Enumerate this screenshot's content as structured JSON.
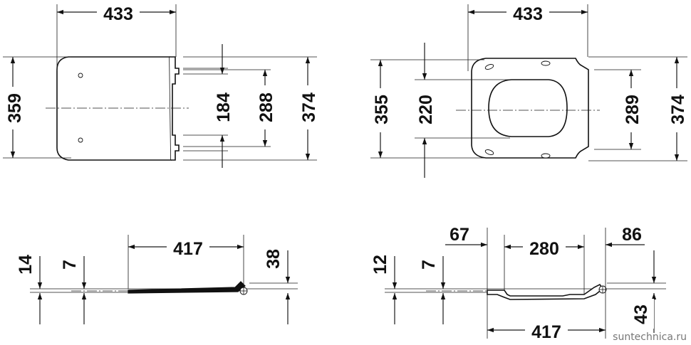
{
  "views": {
    "top_left": {
      "width": "433",
      "height_total": "359",
      "hinge_inner": "184",
      "hinge_mid": "288",
      "height_outer": "374"
    },
    "top_right": {
      "width": "433",
      "height_total": "355",
      "opening": "220",
      "hinge_mid": "289",
      "height_outer": "374"
    },
    "side_left": {
      "height_a": "14",
      "height_b": "7",
      "length": "417",
      "hinge_height": "38"
    },
    "side_right": {
      "height_a": "12",
      "height_b": "7",
      "offset_front": "67",
      "inner_length": "280",
      "offset_back": "86",
      "length": "417",
      "hinge_height": "43"
    }
  },
  "watermark": "suntechnica.ru"
}
